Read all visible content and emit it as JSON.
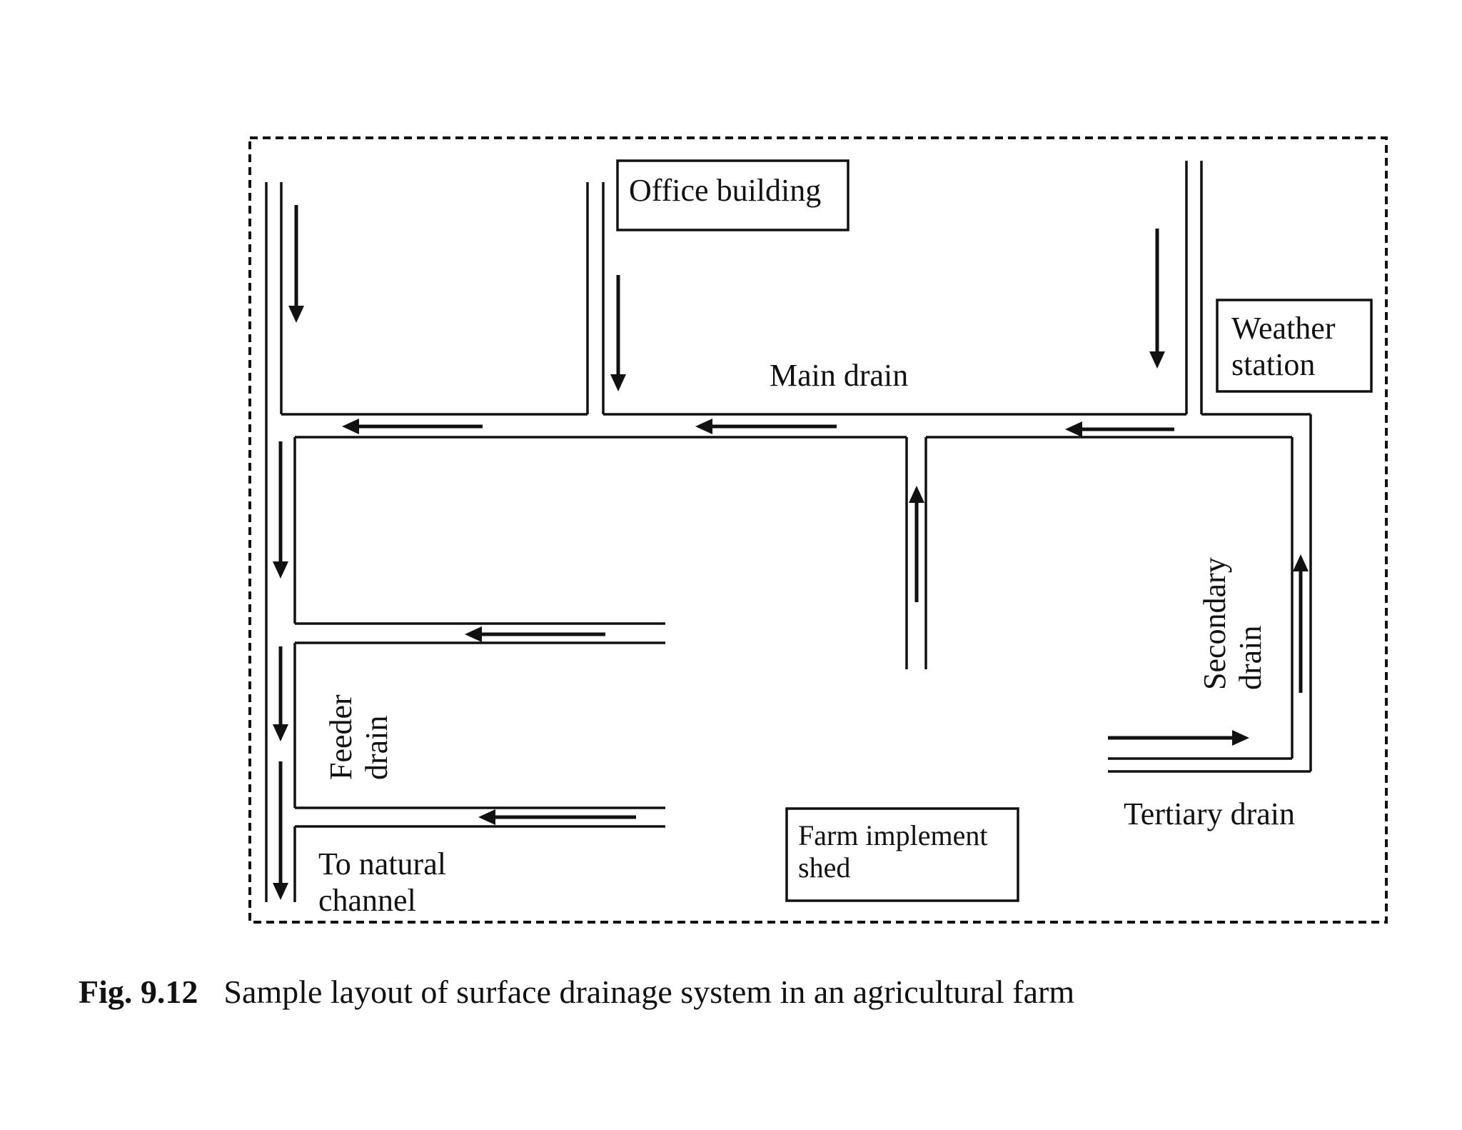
{
  "labels": {
    "office": "Office building",
    "weather_line1": "Weather",
    "weather_line2": "station",
    "main_drain": "Main drain",
    "secondary_line1": "Secondary",
    "secondary_line2": "drain",
    "feeder_line1": "Feeder",
    "feeder_line2": "drain",
    "tertiary": "Tertiary drain",
    "farm_line1": "Farm implement",
    "farm_line2": "shed",
    "natural_line1": "To natural",
    "natural_line2": "channel"
  },
  "caption": {
    "number": "Fig. 9.12",
    "text": "Sample layout of surface drainage system in an agricultural farm"
  },
  "colors": {
    "ink": "#111111",
    "background": "#ffffff"
  }
}
